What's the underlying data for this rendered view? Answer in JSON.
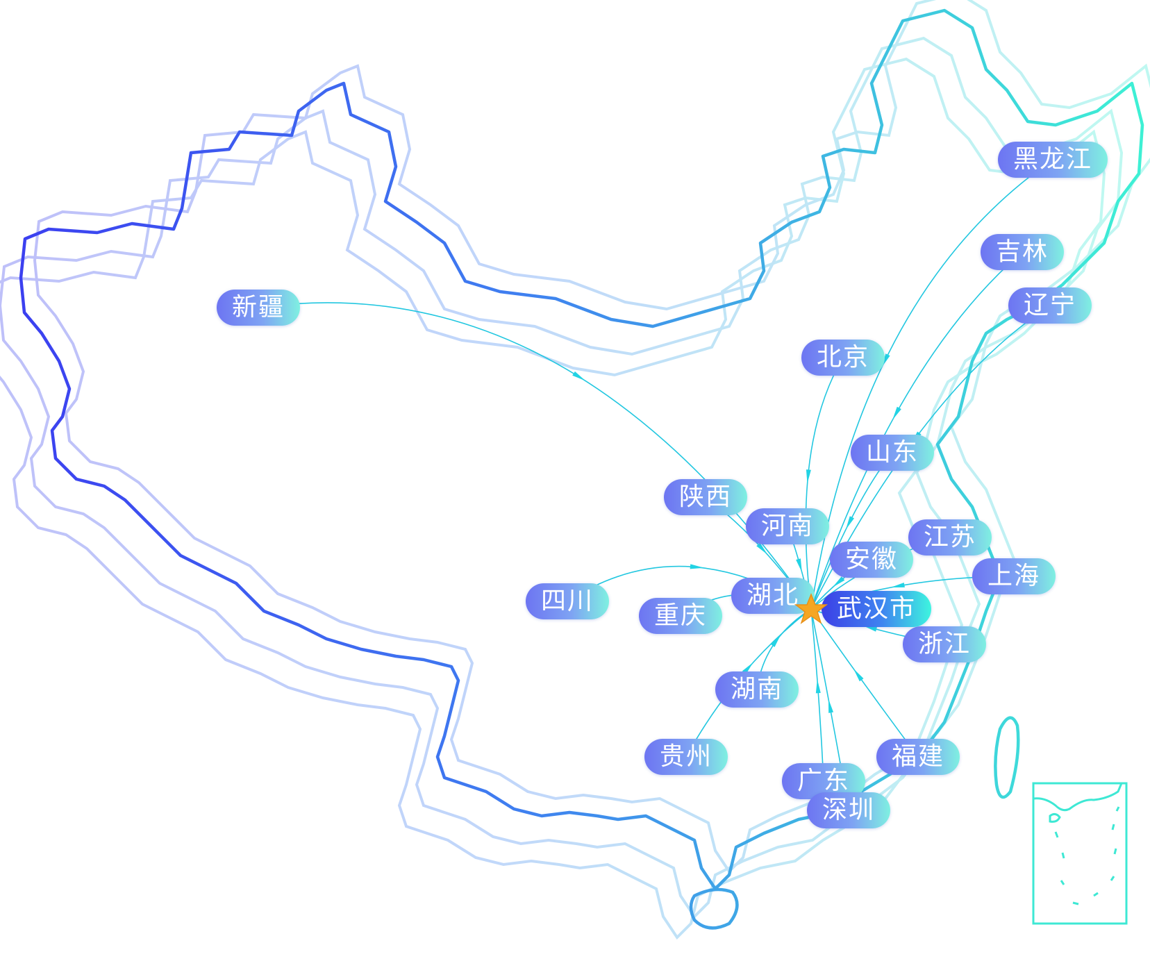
{
  "map": {
    "center_city": "武汉市",
    "provinces": [
      {
        "id": "xinjiang",
        "label": "新疆"
      },
      {
        "id": "heilongjiang",
        "label": "黑龙江"
      },
      {
        "id": "jilin",
        "label": "吉林"
      },
      {
        "id": "liaoning",
        "label": "辽宁"
      },
      {
        "id": "beijing",
        "label": "北京"
      },
      {
        "id": "shandong",
        "label": "山东"
      },
      {
        "id": "shaanxi",
        "label": "陕西"
      },
      {
        "id": "henan",
        "label": "河南"
      },
      {
        "id": "jiangsu",
        "label": "江苏"
      },
      {
        "id": "anhui",
        "label": "安徽"
      },
      {
        "id": "shanghai",
        "label": "上海"
      },
      {
        "id": "sichuan",
        "label": "四川"
      },
      {
        "id": "chongqing",
        "label": "重庆"
      },
      {
        "id": "hubei",
        "label": "湖北"
      },
      {
        "id": "zhejiang",
        "label": "浙江"
      },
      {
        "id": "hunan",
        "label": "湖南"
      },
      {
        "id": "guizhou",
        "label": "贵州"
      },
      {
        "id": "fujian",
        "label": "福建"
      },
      {
        "id": "guangdong",
        "label": "广东"
      },
      {
        "id": "shenzhen",
        "label": "深圳"
      }
    ]
  },
  "colors": {
    "outline_start": "#3b3df0",
    "outline_end": "#3ef2d4",
    "flow_line": "#22c7e0",
    "star": "#f5a623"
  },
  "icons": {
    "center_marker": "star-icon",
    "inset": "south-china-sea-inset"
  }
}
